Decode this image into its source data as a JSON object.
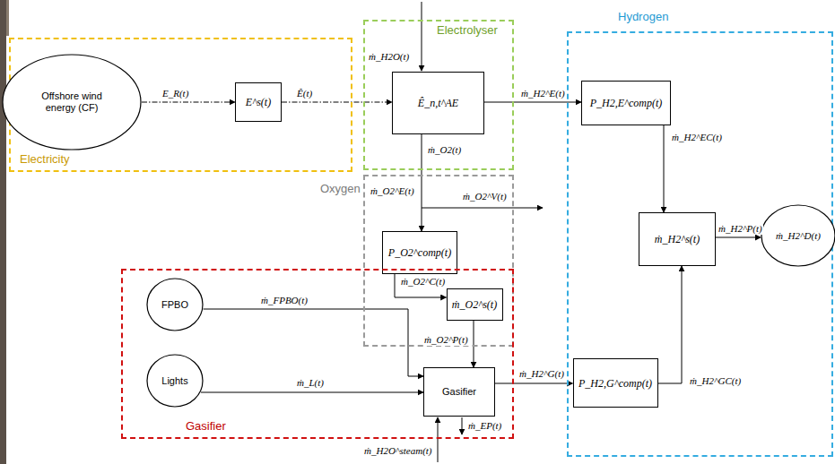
{
  "diagram": {
    "nodes": [
      {
        "text": [
          "Electricity"
        ]
      },
      {
        "text": [
          "Offshore wind energy (CF)"
        ],
        "in": 0
      },
      {
        "text": [
          "E^s(t)"
        ],
        "in": 0
      },
      {
        "text": [
          "Electrolyser"
        ]
      },
      {
        "text": [
          "Ê_n,t^AE"
        ],
        "in": 3
      },
      {
        "text": [
          "Oxygen"
        ]
      },
      {
        "text": [
          "P_O2^comp(t)"
        ],
        "in": 5
      },
      {
        "text": [
          "ṁ_O2^s(t)"
        ],
        "in": 5
      },
      {
        "text": [
          "Gasifier"
        ]
      },
      {
        "text": [
          "FPBO"
        ],
        "in": 8
      },
      {
        "text": [
          "Lights"
        ],
        "in": 8
      },
      {
        "text": [
          "Gasifier"
        ],
        "in": 8
      },
      {
        "text": [
          "Hydrogen"
        ]
      },
      {
        "text": [
          "P_H2,E^comp(t)"
        ],
        "in": 12
      },
      {
        "text": [
          "ṁ_H2^s(t)"
        ],
        "in": 12
      },
      {
        "text": [
          "ṁ_H2^D(t)"
        ],
        "in": 12
      },
      {
        "text": [
          "P_H2,G^comp(t)"
        ],
        "in": 12
      }
    ],
    "edges": [
      {
        "from": 1,
        "to": 2,
        "label": "E_R(t)",
        "arrow": "to"
      },
      {
        "from": 2,
        "to": 4,
        "label": "Ê(t)",
        "arrow": "to"
      },
      {
        "from": 4,
        "to": 13,
        "label": "ṁ_H2^E(t)",
        "arrow": "to"
      },
      {
        "from": 4,
        "to": 6,
        "label": "ṁ_O2(t)",
        "arrow": "to"
      },
      {
        "from": 6,
        "to": 7,
        "label": "ṁ_O2^C(t)",
        "arrow": "to"
      },
      {
        "from": 7,
        "to": 11,
        "label": "ṁ_O2^P(t)",
        "arrow": "to"
      },
      {
        "from": 9,
        "to": 11,
        "label": "ṁ_FPBO(t)",
        "arrow": "to"
      },
      {
        "from": 10,
        "to": 11,
        "label": "ṁ_L(t)",
        "arrow": "to"
      },
      {
        "from": 11,
        "to": 16,
        "label": "ṁ_H2^G(t)",
        "arrow": "to"
      },
      {
        "from": 13,
        "to": 14,
        "label": "ṁ_H2^EC(t)",
        "arrow": "to"
      },
      {
        "from": 16,
        "to": 14,
        "label": "ṁ_H2^GC(t)",
        "arrow": "to"
      },
      {
        "from": 14,
        "to": 15,
        "label": "ṁ_H2^P(t)",
        "arrow": "to"
      }
    ],
    "labels": [
      "ṁ_H2O(t)",
      "ṁ_O2^E(t)",
      "ṁ_O2^V(t)",
      "ṁ_H2O^steam(t)",
      "ṁ_EP(t)"
    ]
  }
}
